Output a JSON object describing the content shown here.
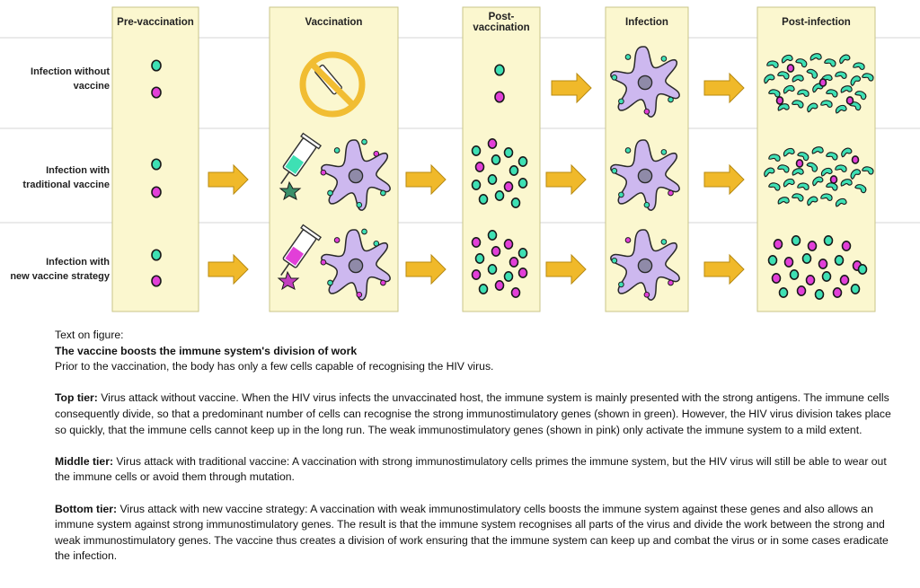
{
  "columns": [
    "Pre-vaccination",
    "Vaccination",
    "Post-\nvaccination",
    "Infection",
    "Post-infection"
  ],
  "rows": [
    "Infection without\nvaccine",
    "Infection with\ntraditional vaccine",
    "Infection with\nnew vaccine strategy"
  ],
  "colors": {
    "panel_fill": "#fbf7cf",
    "panel_border": "#c9c58a",
    "arrow": "#f0b92a",
    "arrow_edge": "#b78a12",
    "green_cell": "#3ee0b4",
    "pink_cell": "#e23fd8",
    "immune_cell": "#cdb8ef",
    "nucleus": "#8f8aa8",
    "no_sign": "#f1bd33"
  },
  "text": {
    "caption_label": "Text on figure:",
    "title": "The vaccine boosts the immune system's division of work",
    "intro": "Prior to the vaccination, the body has only a few cells capable of recognising the HIV virus.",
    "top_label": "Top tier:",
    "top_body": " Virus attack without vaccine. When the HIV virus infects the unvaccinated host, the immune system is mainly presented with the strong antigens. The immune cells consequently divide, so that a predominant number of cells can recognise the strong immunostimulatory genes (shown in green). However, the HIV virus division takes place so quickly, that the immune cells cannot keep up in the long run. The weak immunostimulatory genes (shown in pink) only activate the immune system to a mild extent.",
    "middle_label": "Middle tier:",
    "middle_body": " Virus attack with traditional vaccine: A vaccination with strong immunostimulatory cells primes the immune system, but the HIV virus will still be able to wear out the immune cells or avoid them through mutation.",
    "bottom_label": "Bottom tier:",
    "bottom_body": " Virus attack with new vaccine strategy: A vaccination with weak immunostimulatory cells boosts the immune system against these genes and also allows an immune system against strong immunostimulatory genes. The result is that the immune system recognises all parts of the virus and divide the work between the strong and weak immunostimulatory genes. The vaccine thus creates a division of work ensuring that the immune system can keep up and combat the virus or in some cases eradicate the infection."
  }
}
